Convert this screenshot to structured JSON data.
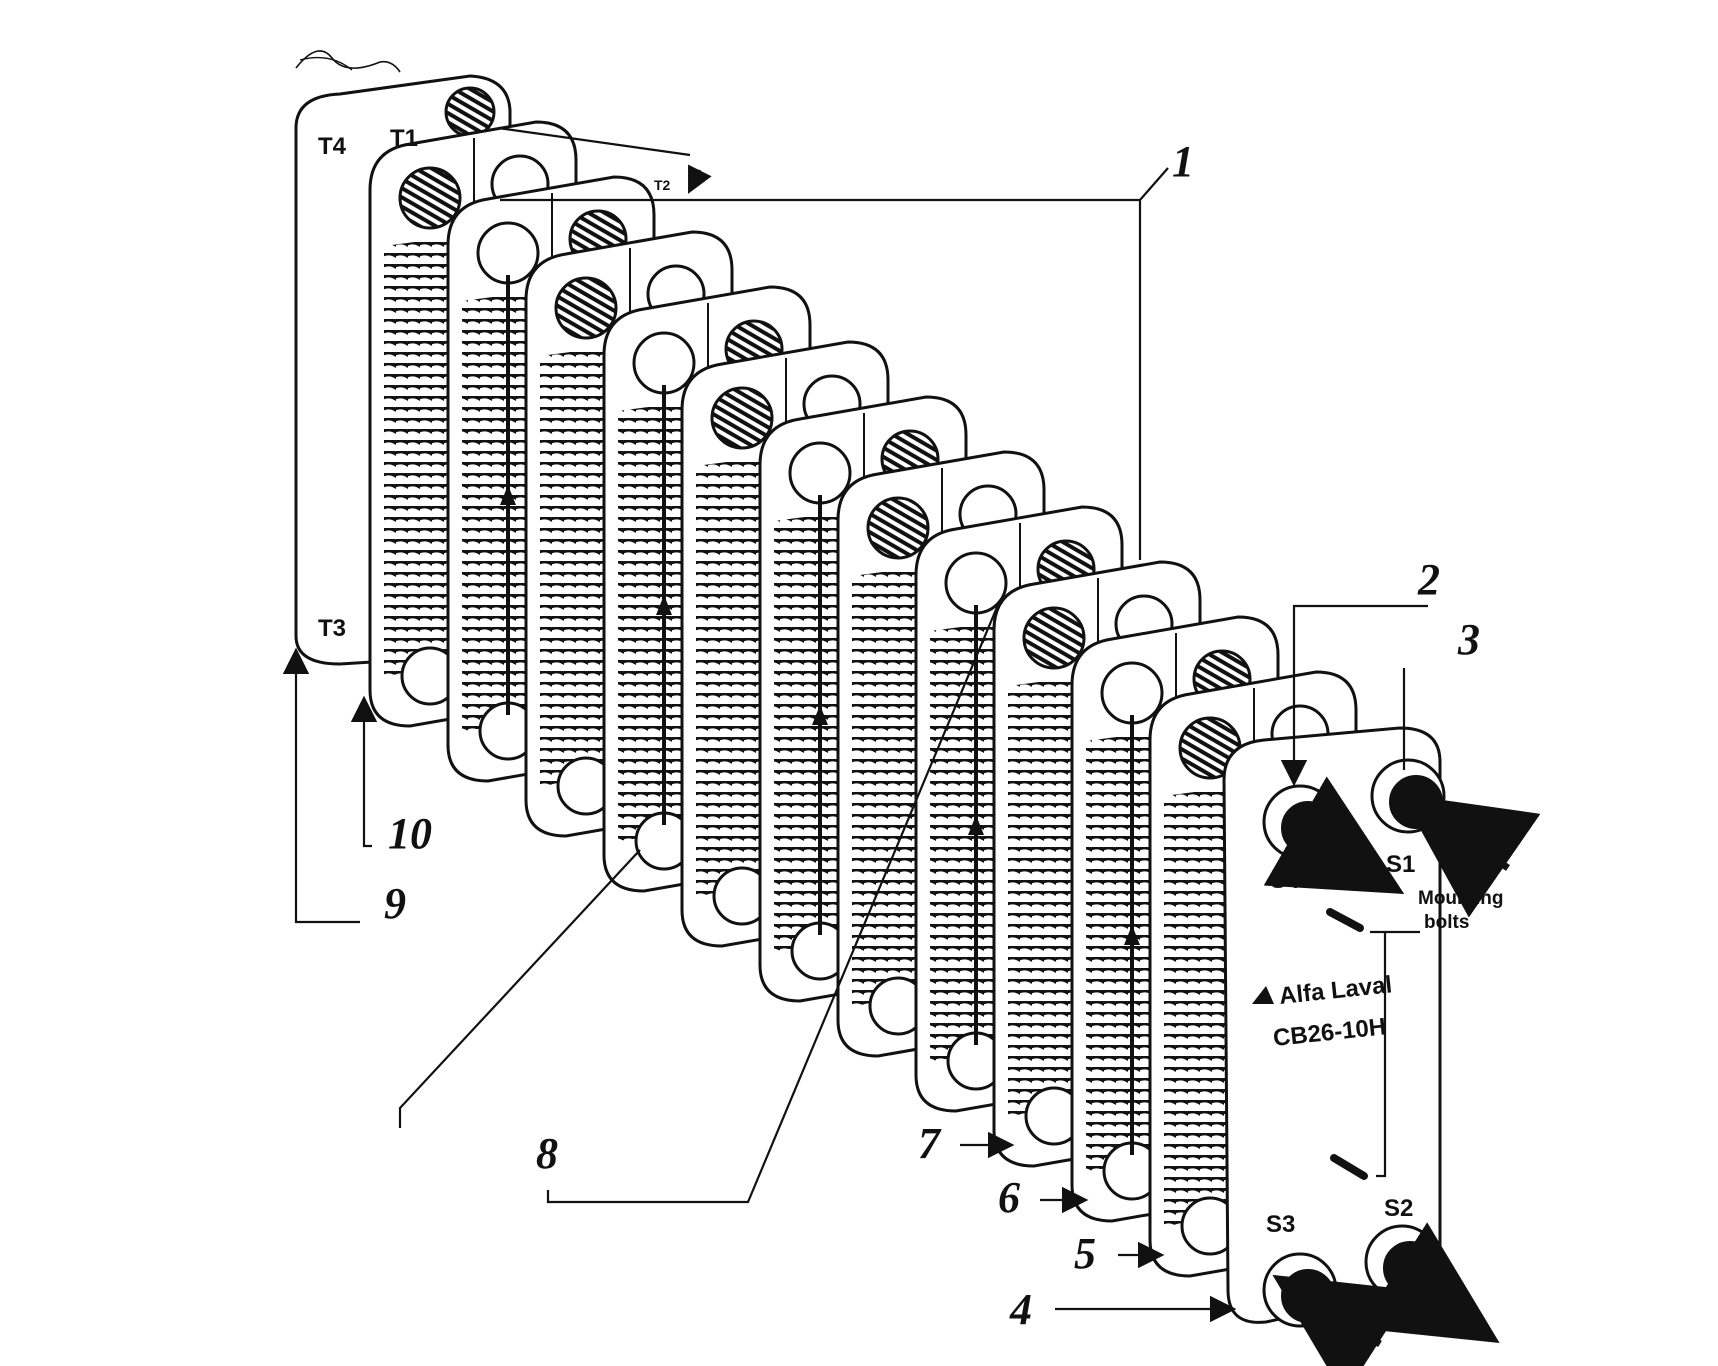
{
  "callouts": {
    "n1": "1",
    "n2": "2",
    "n3": "3",
    "n4": "4",
    "n5": "5",
    "n6": "6",
    "n7": "7",
    "n8": "8",
    "n9": "9",
    "n10": "10"
  },
  "ports": {
    "s1": "S1",
    "s2": "S2",
    "s3": "S3",
    "s4": "S4",
    "t1": "T1",
    "t2": "T2",
    "t3": "T3",
    "t4": "T4"
  },
  "mounting_bolts": [
    "Mounting",
    "bolts"
  ],
  "brand": {
    "name": "Alfa Laval",
    "model": "CB26-10H"
  },
  "colors": {
    "ink": "#111111",
    "paper": "#ffffff"
  }
}
